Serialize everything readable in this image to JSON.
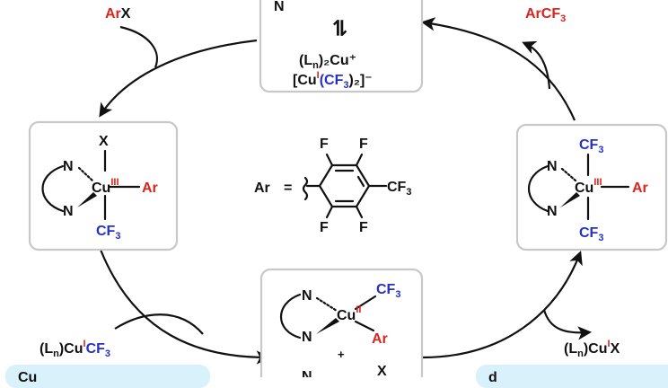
{
  "top_box": {
    "eq_symbol": "⇌",
    "ligand_cu": "(L",
    "n": "n",
    "cu_plus": ")₂Cu⁺",
    "anion_open": "[Cu",
    "ox": "I",
    "cf3_open": "(CF",
    "three": "3",
    "anion_close": ")₂]⁻",
    "cut_letter": "N"
  },
  "reagents": {
    "arx_ar": "Ar",
    "arx_x": "X",
    "product_ar": "Ar",
    "product_cf3": "CF",
    "product_three": "3"
  },
  "left_complex": {
    "x": "X",
    "n_top": "N",
    "n_bot": "N",
    "cu": "Cu",
    "ox": "III",
    "ar": "Ar",
    "cf": "CF",
    "three": "3"
  },
  "right_complex": {
    "cf_top": "CF",
    "three_top": "3",
    "n_top": "N",
    "n_bot": "N",
    "cu": "Cu",
    "ox": "III",
    "ar": "Ar",
    "cf_bot": "CF",
    "three_bot": "3"
  },
  "bottom_complex": {
    "n_top": "N",
    "n_bot": "N",
    "cu": "Cu",
    "ox": "II",
    "cf": "CF",
    "three": "3",
    "ar": "Ar",
    "plus": "+",
    "cut_n": "N",
    "cut_x": "X"
  },
  "ar_def": {
    "ar": "Ar",
    "eq": "=",
    "f": "F",
    "cf3": "CF",
    "three": "3"
  },
  "bottom_left": {
    "l": "(L",
    "n": "n",
    "cu": ")Cu",
    "ox": "I",
    "cf": "CF",
    "three": "3"
  },
  "bottom_right": {
    "l": "(L",
    "n": "n",
    "cu": ")Cu",
    "ox": "I",
    "x": "X"
  },
  "banners": {
    "left": "Cu",
    "right": "d"
  },
  "colors": {
    "red": "#d9251c",
    "blue": "#2431c4",
    "banner": "#d8f1fb",
    "box_border": "#c8c8c8"
  }
}
